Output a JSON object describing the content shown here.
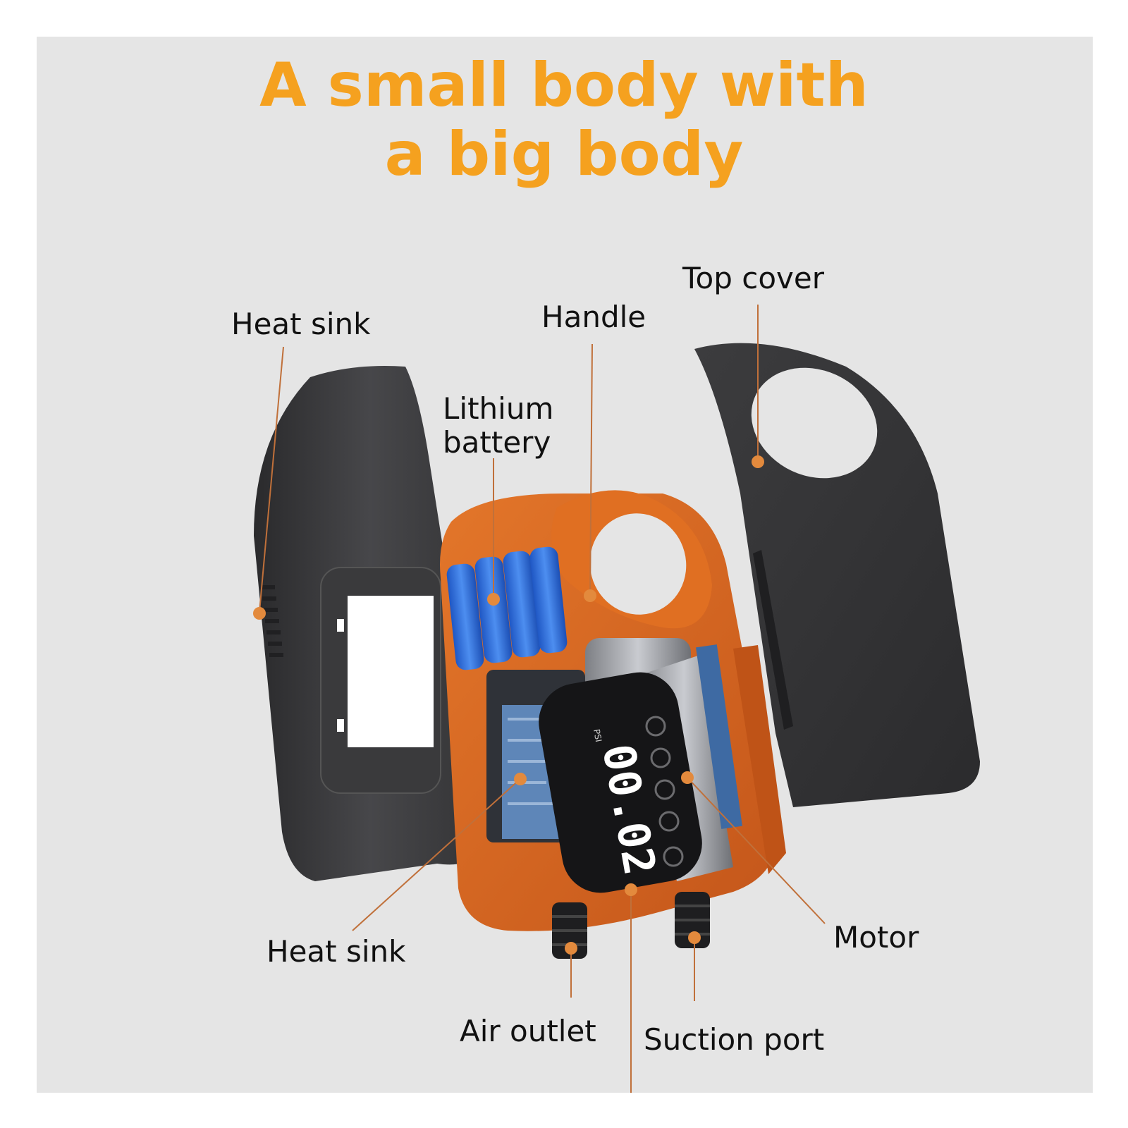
{
  "title": {
    "line1": "A small body with",
    "line2": "a big body"
  },
  "labels": {
    "heat_sink_top": "Heat sink",
    "handle": "Handle",
    "top_cover": "Top cover",
    "lithium_battery_line1": "Lithium",
    "lithium_battery_line2": "battery",
    "heat_sink_bottom": "Heat sink",
    "motor": "Motor",
    "air_outlet": "Air outlet",
    "suction_port": "Suction port"
  },
  "display": {
    "reading": "00.02",
    "unit": "PSI"
  },
  "colors": {
    "title": "#f5a11f",
    "background": "#e5e5e5",
    "leader_line": "#c0703a",
    "body_orange": "#d9681e",
    "shell_dark": "#3b3b3d",
    "battery_blue": "#2f6fe0"
  }
}
